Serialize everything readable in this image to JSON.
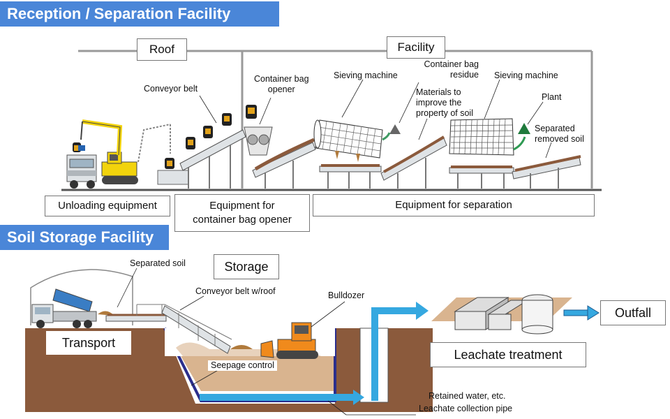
{
  "sections": {
    "reception": "Reception / Separation Facility",
    "storage": "Soil Storage Facility"
  },
  "boxes": {
    "roof": "Roof",
    "facility": "Facility",
    "unloading": "Unloading equipment",
    "opener_equipment_1": "Equipment for",
    "opener_equipment_2": "container bag opener",
    "separation_equipment": "Equipment for separation",
    "storage": "Storage",
    "transport": "Transport",
    "leachate_treatment": "Leachate treatment",
    "outfall": "Outfall"
  },
  "labels": {
    "conveyor_belt": "Conveyor belt",
    "bag_opener_1": "Container bag",
    "bag_opener_2": "opener",
    "sieving_1": "Sieving machine",
    "sieving_2": "Sieving machine",
    "residue_1": "Container bag",
    "residue_2": "residue",
    "materials_1": "Materials to",
    "materials_2": "improve the",
    "materials_3": "property of soil",
    "plant": "Plant",
    "separated_1": "Separated",
    "separated_2": "removed soil",
    "separated_soil": "Separated soil",
    "conveyor_roof": "Conveyor belt w/roof",
    "bulldozer": "Bulldozer",
    "seepage": "Seepage control",
    "retained_water": "Retained water, etc.",
    "leachate_pipe": "Leachate collection pipe"
  },
  "colors": {
    "banner": "#4a86d8",
    "soil": "#8b5a3c",
    "storage_soil": "#d9b48f",
    "water": "#35a8e0",
    "liner": "#2b2e8c",
    "excavator": "#f2d30c",
    "bulldozer": "#f08a1c"
  }
}
